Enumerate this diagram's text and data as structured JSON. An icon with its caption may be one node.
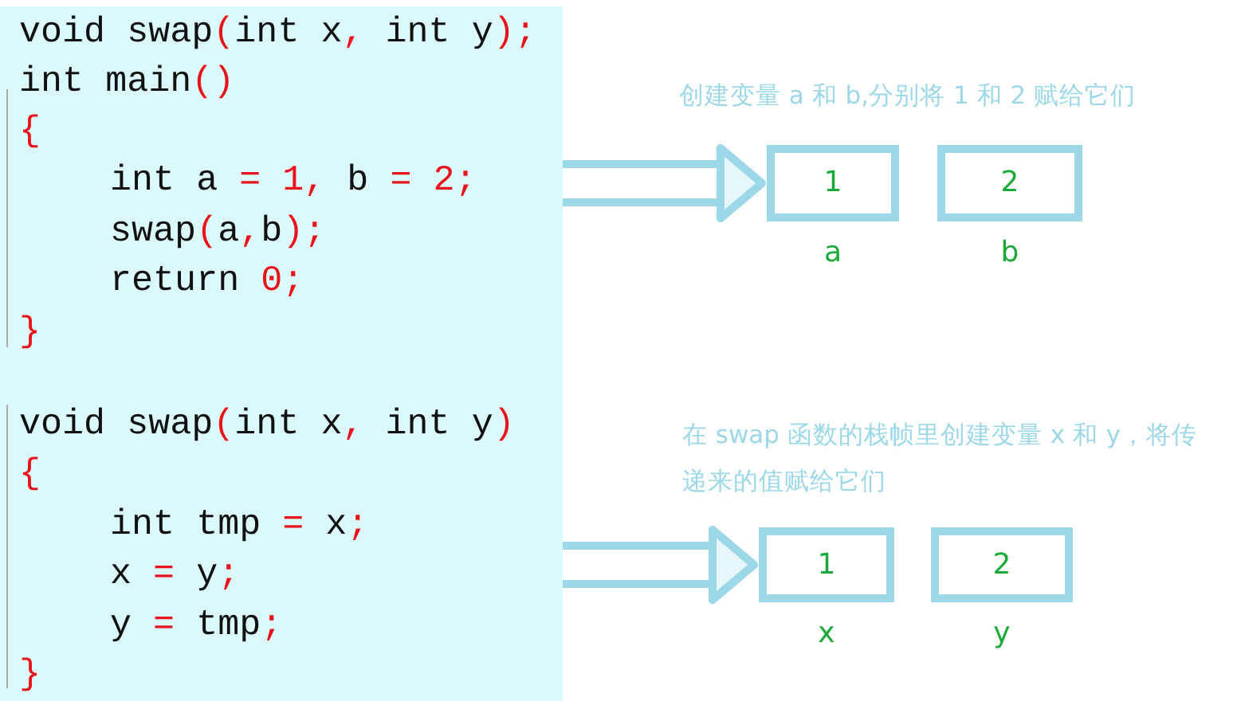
{
  "diagram": {
    "nodes": [
      {
        "text": [
          "void swap(int x, int y);",
          "int main()",
          "{",
          "int a = 1, b = 2;",
          "swap(a,b);",
          "return 0;",
          "}"
        ]
      },
      {
        "text": [
          "void swap(int x, int y)",
          "{",
          "int tmp = x;",
          "x = y;",
          "y = tmp;",
          "}"
        ]
      },
      {
        "text": [
          "1"
        ],
        "beside": [
          "a"
        ]
      },
      {
        "text": [
          "2"
        ],
        "beside": [
          "b"
        ]
      },
      {
        "text": [
          "1"
        ],
        "beside": [
          "x"
        ]
      },
      {
        "text": [
          "2"
        ],
        "beside": [
          "y"
        ]
      }
    ],
    "edges": [
      {
        "from": 0,
        "to": 2,
        "arrow": "to"
      },
      {
        "from": 1,
        "to": 4,
        "arrow": "to"
      }
    ],
    "labels": [
      "创建变量 a 和 b,分别将 1 和 2 赋给它们",
      "在 swap 函数的栈帧里创建变量 x 和 y，将传递来的值赋给它们"
    ]
  }
}
